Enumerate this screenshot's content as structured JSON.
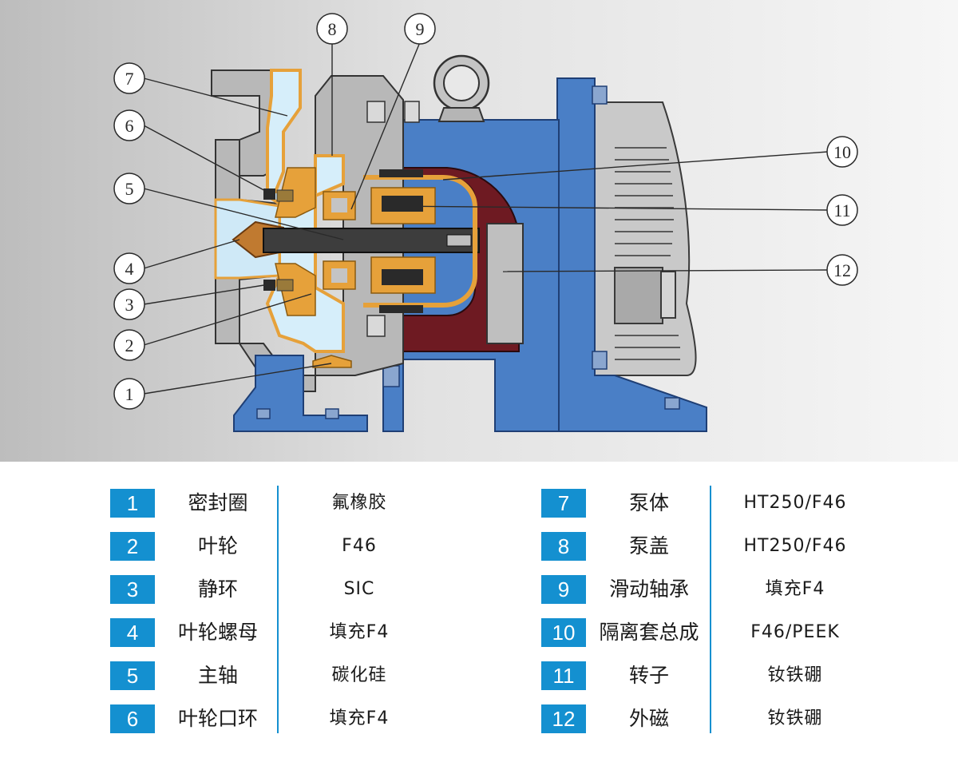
{
  "callouts": [
    {
      "number": "1"
    },
    {
      "number": "2"
    },
    {
      "number": "3"
    },
    {
      "number": "4"
    },
    {
      "number": "5"
    },
    {
      "number": "6"
    },
    {
      "number": "7"
    },
    {
      "number": "8"
    },
    {
      "number": "9"
    },
    {
      "number": "10"
    },
    {
      "number": "11"
    },
    {
      "number": "12"
    }
  ],
  "parts": [
    {
      "number": "1",
      "name": "密封圈",
      "material": "氟橡胶"
    },
    {
      "number": "2",
      "name": "叶轮",
      "material": "F46"
    },
    {
      "number": "3",
      "name": "静环",
      "material": "SIC"
    },
    {
      "number": "4",
      "name": "叶轮螺母",
      "material": "填充F4"
    },
    {
      "number": "5",
      "name": "主轴",
      "material": "碳化硅"
    },
    {
      "number": "6",
      "name": "叶轮口环",
      "material": "填充F4"
    },
    {
      "number": "7",
      "name": "泵体",
      "material": "HT250/F46"
    },
    {
      "number": "8",
      "name": "泵盖",
      "material": "HT250/F46"
    },
    {
      "number": "9",
      "name": "滑动轴承",
      "material": "填充F4"
    },
    {
      "number": "10",
      "name": "隔离套总成",
      "material": "F46/PEEK"
    },
    {
      "number": "11",
      "name": "转子",
      "material": "钕铁硼"
    },
    {
      "number": "12",
      "name": "外磁",
      "material": "钕铁硼"
    }
  ],
  "colors": {
    "badge": "#1490d0",
    "divider": "#1490d0",
    "pump_blue": "#4a7fc6",
    "pump_blue_dark": "#2f5ea8",
    "lining_orange": "#e6a13a",
    "fluid_light_blue": "#d6eefa",
    "steel_gray": "#b8b8b8",
    "magnet_maroon": "#6e1a22"
  }
}
